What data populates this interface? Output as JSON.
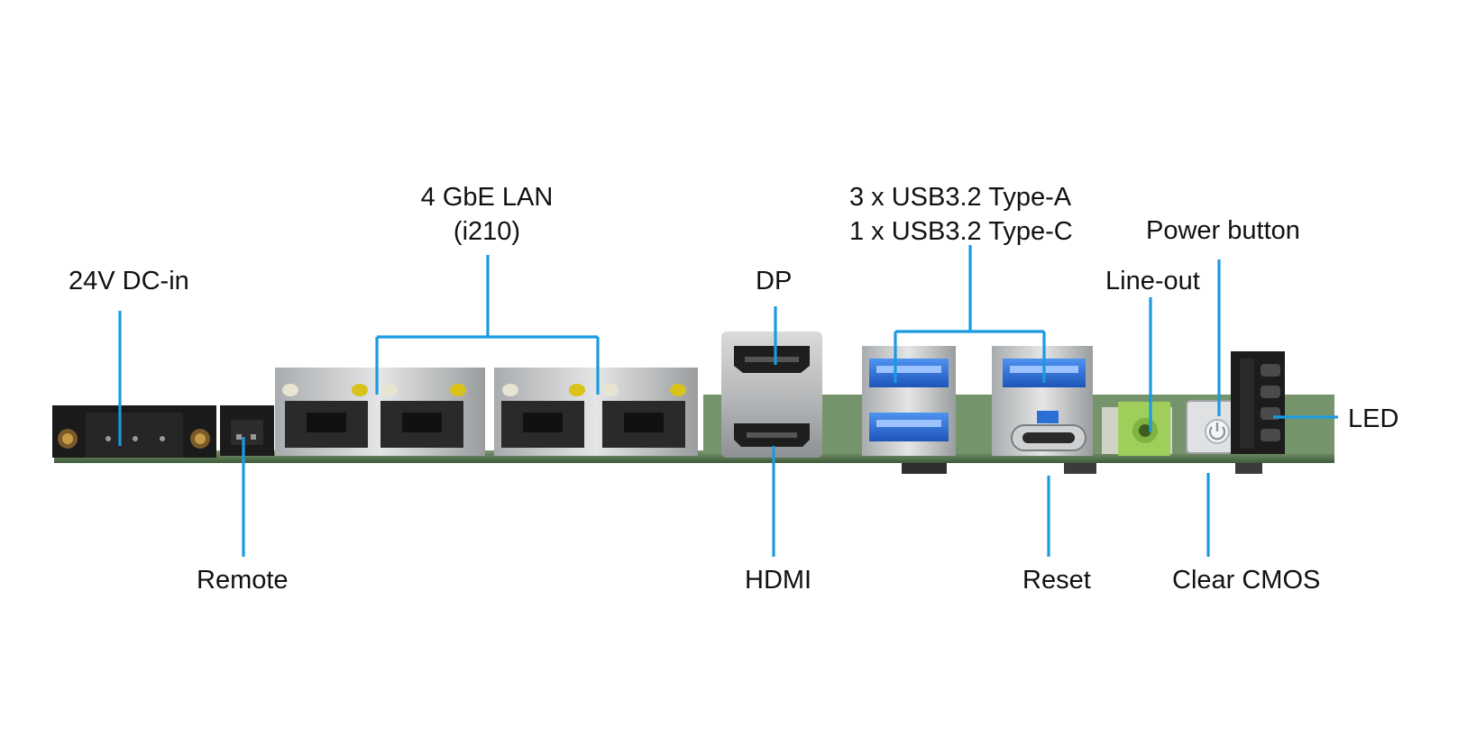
{
  "colors": {
    "leader": "#1a9be0",
    "pcb": "#5d7a55",
    "usb_blue": "#2a6fd6",
    "audio_green": "#9fcf5a",
    "led_yellow": "#d9c21a"
  },
  "labels": {
    "dc_in": "24V DC-in",
    "lan_line1": "4 GbE LAN",
    "lan_line2": "(i210)",
    "dp": "DP",
    "usb_line1": "3 x USB3.2 Type-A",
    "usb_line2": "1 x USB3.2 Type-C",
    "power_button": "Power button",
    "line_out": "Line-out",
    "led": "LED",
    "remote": "Remote",
    "hdmi": "HDMI",
    "reset": "Reset",
    "clear_cmos": "Clear CMOS"
  },
  "icons": {
    "power": "power-symbol-icon"
  }
}
